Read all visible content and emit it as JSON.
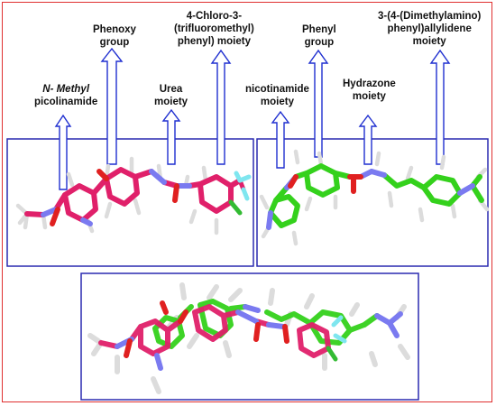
{
  "colors": {
    "frame_outer": "#e03030",
    "panel_border": "#2a2ab0",
    "arrow": "#1f2fd0",
    "carbon_ligand1": "#e0206a",
    "carbon_ligand2": "#34d11c",
    "nitrogen": "#7a7af0",
    "oxygen": "#e02020",
    "hydrogen": "#dcdcdc",
    "fluorine": "#7fe6ef",
    "chlorine": "#33bb33"
  },
  "left_panel": {
    "labels": {
      "methyl_picolinamide": [
        "N- Methyl",
        "picolinamide"
      ],
      "phenoxy": [
        "Phenoxy",
        "group"
      ],
      "urea": [
        "Urea",
        "moiety"
      ],
      "chloro_cf3_phenyl": [
        "4-Chloro-3-",
        "(trifluoromethyl)",
        "phenyl) moiety"
      ]
    }
  },
  "right_panel": {
    "labels": {
      "nicotinamide": [
        "nicotinamide",
        "moiety"
      ],
      "phenyl": [
        "Phenyl",
        "group"
      ],
      "hydrazone": [
        "Hydrazone",
        "moiety"
      ],
      "dimethylamino": [
        "3-(4-(Dimethylamino)",
        "phenyl)allylidene",
        "moiety"
      ]
    }
  }
}
